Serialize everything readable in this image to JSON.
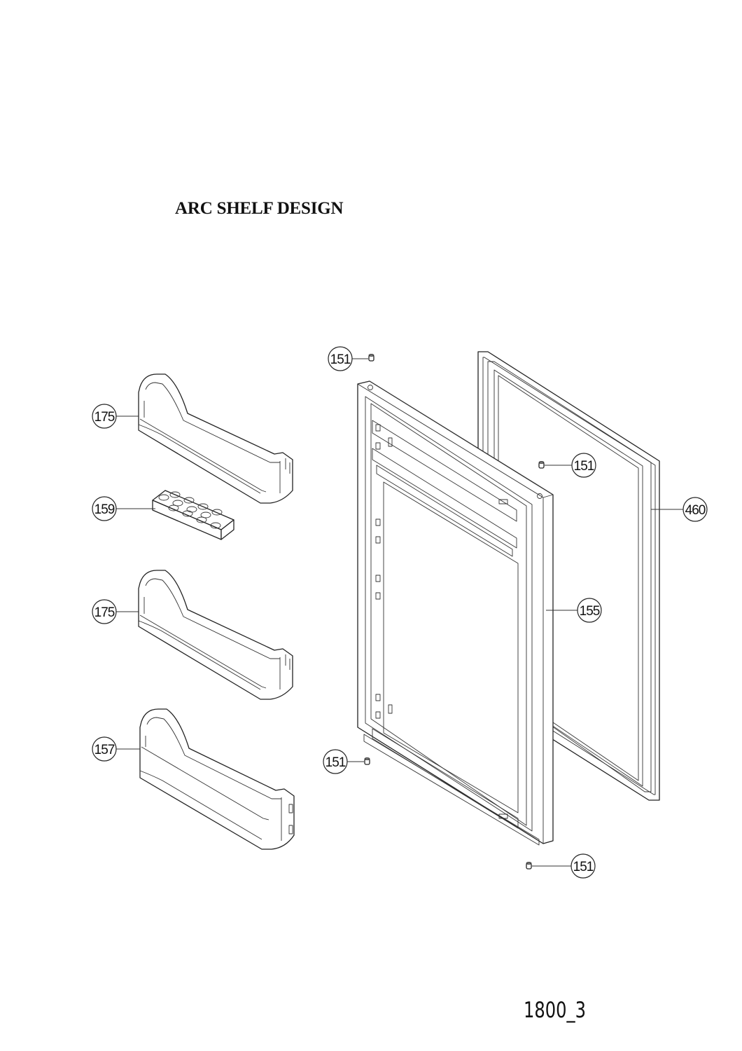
{
  "title": "ARC SHELF DESIGN",
  "page_code": "1800_3",
  "callouts": {
    "c151_top": "151",
    "c175_top": "175",
    "c151_right": "151",
    "c159": "159",
    "c460": "460",
    "c175_mid": "175",
    "c155": "155",
    "c157": "157",
    "c151_bottom_left": "151",
    "c151_bottom_right": "151"
  }
}
